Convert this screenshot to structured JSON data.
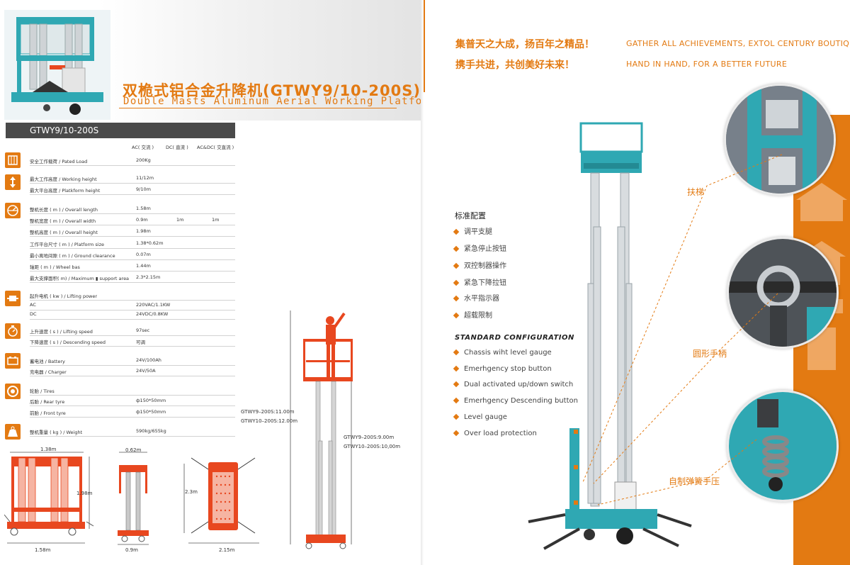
{
  "header": {
    "title_cn": "双桅式铝合金升降机(GTWY9/10-200S)",
    "title_en": "Double Masts Aluminum Aerial Working Platform"
  },
  "spec_table": {
    "model": "GTWY9/10-200S",
    "columns": [
      "AC( 交流 )",
      "DC( 直流 )",
      "AC&DC( 交直流 )"
    ],
    "rows": [
      {
        "label": "安全工作载荷 / Pated Load",
        "v1": "200Kg",
        "v2": "",
        "v3": ""
      },
      {
        "label": "最大工作高度 / Working height",
        "v1": "11/12m",
        "v2": "",
        "v3": ""
      },
      {
        "label": "最大平台高度 / Platkform height",
        "v1": "9/10m",
        "v2": "",
        "v3": ""
      },
      {
        "label": "整机长度 ( m ) / Overall length",
        "v1": "1.58m",
        "v2": "",
        "v3": ""
      },
      {
        "label": "整机宽度 ( m ) / Overall width",
        "v1": "0.9m",
        "v2": "1m",
        "v3": "1m"
      },
      {
        "label": "整机高度 ( m ) / Overall height",
        "v1": "1.98m",
        "v2": "",
        "v3": ""
      },
      {
        "label": "工作平台尺寸 ( m ) / Platform size",
        "v1": "1.38*0.62m",
        "v2": "",
        "v3": ""
      },
      {
        "label": "最小离地间隙 ( m ) / Ground clearance",
        "v1": "0.07m",
        "v2": "",
        "v3": ""
      },
      {
        "label": "轴距 ( m ) / Wheel bas",
        "v1": "1.44m",
        "v2": "",
        "v3": ""
      },
      {
        "label": "最大支撑面积( m) / Maximum ▮ support area",
        "v1": "2.3*2.15m",
        "v2": "",
        "v3": ""
      },
      {
        "label": "起升电机 ( kw ) / Lifting power",
        "v1": "",
        "v2": "",
        "v3": ""
      },
      {
        "label": "AC",
        "v1": "220VAC/1.1KW",
        "v2": "",
        "v3": ""
      },
      {
        "label": "DC",
        "v1": "24VDC/0.8KW",
        "v2": "",
        "v3": ""
      },
      {
        "label": "上升速度 ( s ) / Lifting speed",
        "v1": "97sec",
        "v2": "",
        "v3": ""
      },
      {
        "label": "下降速度 ( s ) / Descending speed",
        "v1": "可调",
        "v2": "",
        "v3": ""
      },
      {
        "label": "蓄电池 / Battery",
        "v1": "24V/100Ah",
        "v2": "",
        "v3": ""
      },
      {
        "label": "充电器 / Charger",
        "v1": "24V/50A",
        "v2": "",
        "v3": ""
      },
      {
        "label": "轮胎 / Tires",
        "v1": "",
        "v2": "",
        "v3": ""
      },
      {
        "label": "后胎 / Rear tyre",
        "v1": "ф150*50mm",
        "v2": "",
        "v3": ""
      },
      {
        "label": "前胎 / Front tyre",
        "v1": "ф150*50mm",
        "v2": "",
        "v3": ""
      },
      {
        "label": "整机重量 ( kg ) / Weight",
        "v1": "590kg/655kg",
        "v2": "",
        "v3": ""
      }
    ]
  },
  "drawings": {
    "side_top": "1.38m",
    "side_height": "1.98m",
    "side_bottom": "1.58m",
    "front_top": "0.62m",
    "front_bottom": "0.9m",
    "outrigger_height": "2.3m",
    "outrigger_width": "2.15m",
    "work_height_1": "GTWY9–200S:11.00m",
    "work_height_2": "GTWY10–200S:12.00m",
    "platform_height_1": "GTWY9–200S:9.00m",
    "platform_height_2": "GTWY10–200S:10,00m"
  },
  "slogan": {
    "cn_1": "集普天之大成，扬百年之精品！",
    "cn_2": "携手共进，共创美好未来！",
    "en_1": "GATHER ALL ACHIEVEMENTS, EXTOL CENTURY BOUTIQUE!",
    "en_2": "HAND IN HAND, FOR A BETTER FUTURE"
  },
  "standard_config": {
    "title_cn": "标准配置",
    "items_cn": [
      "调平支腿",
      "紧急停止按钮",
      "双控制器操作",
      "紧急下降拉钮",
      "水平指示器",
      "超载限制"
    ],
    "title_en": "STANDARD CONFIGURATION",
    "items_en": [
      "Chassis wiht level gauge",
      "Emerhgency stop button",
      "Dual activated up/down switch",
      "Emerhgency Descending button",
      "Level gauge",
      "Over load protection"
    ]
  },
  "callouts": {
    "ladder": "扶梯",
    "handle": "圆形手柄",
    "spring_press": "自制弹簧手压"
  },
  "colors": {
    "accent_orange": "#e37a12",
    "machine_teal": "#2fa8b3",
    "drawing_red": "#e8471f",
    "dark_bar": "#4a4a4a"
  }
}
